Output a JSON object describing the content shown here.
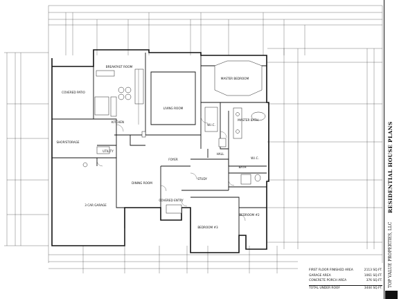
{
  "sheet_title": "RESIDENTIAL HOUSE PLANS",
  "company": "TOP VALUE PROPERTIES, LLC",
  "rooms": {
    "breakfast": "BREAKFAST ROOM",
    "patio": "COVERED PATIO",
    "kitchen": "KITCHEN",
    "living": "LIVING ROOM",
    "master_bed": "MASTER BEDROOM",
    "master_bath": "MASTER BATH",
    "wic": "W.I.C.",
    "shop": "SHOP/STORAGE",
    "utility": "UTILITY",
    "foyer": "FOYER",
    "dining": "DINING ROOM",
    "garage": "3 CAR GARAGE",
    "study": "STUDY",
    "covered_entry": "COVERED ENTRY",
    "bath": "BATH",
    "bedroom2": "BEDROOM #2",
    "bedroom3": "BEDROOM #3",
    "wic2": "W.I.C.",
    "hall": "HALL"
  },
  "areas": [
    {
      "label": "FIRST FLOOR FINISHED AREA",
      "value": "2113 SQ.FT."
    },
    {
      "label": "GARAGE AREA",
      "value": "1061 SQ.FT."
    },
    {
      "label": "CONCRETE PORCH AREA",
      "value": "376 SQ.FT."
    }
  ],
  "total": {
    "label": "TOTAL UNDER ROOF",
    "value": "3444 SQ.FT."
  }
}
